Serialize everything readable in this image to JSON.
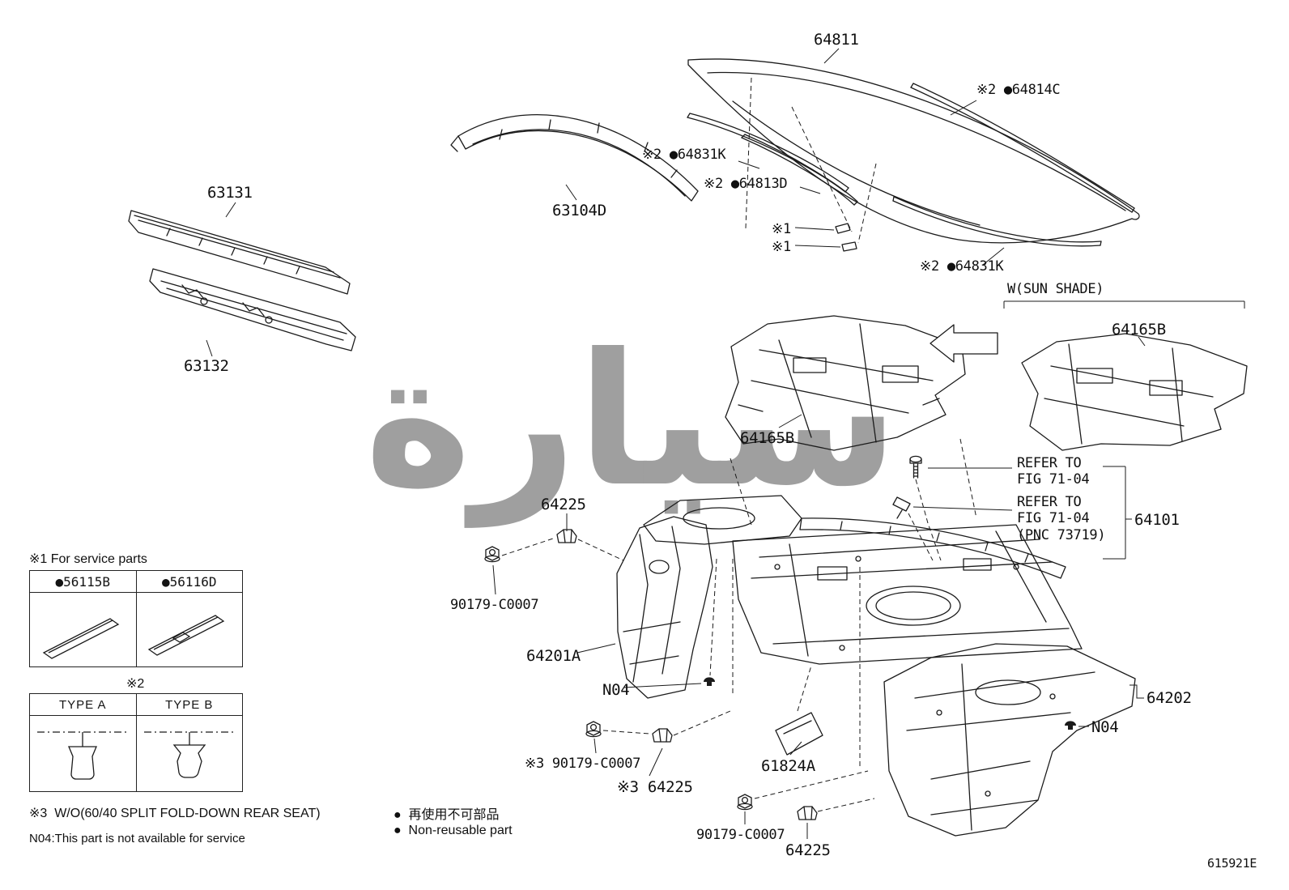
{
  "page": {
    "watermark": "سيارة",
    "doc_code": "615921E"
  },
  "labels": [
    {
      "text": "64811"
    },
    {
      "text": "※2 ●64814C"
    },
    {
      "text": "※2 ●64831K"
    },
    {
      "text": "※2 ●64813D"
    },
    {
      "text": "63131"
    },
    {
      "text": "63104D"
    },
    {
      "text": "※1"
    },
    {
      "text": "※1"
    },
    {
      "text": "※2 ●64831K"
    },
    {
      "text": "W(SUN SHADE)"
    },
    {
      "text": "63132"
    },
    {
      "text": "64165B"
    },
    {
      "text": "64165B"
    },
    {
      "text": "REFER TO\nFIG 71-04"
    },
    {
      "text": "REFER TO\nFIG 71-04\n(PNC 73719)"
    },
    {
      "text": "64101"
    },
    {
      "text": "64225"
    },
    {
      "text": "90179-C0007"
    },
    {
      "text": "64201A"
    },
    {
      "text": "N04"
    },
    {
      "text": "64202"
    },
    {
      "text": "N04"
    },
    {
      "text": "※3 90179-C0007"
    },
    {
      "text": "61824A"
    },
    {
      "text": "※3 64225"
    },
    {
      "text": "90179-C0007"
    },
    {
      "text": "64225"
    },
    {
      "text": "615921E"
    }
  ],
  "legend": {
    "service_title": "※1 For service parts",
    "sp_col1": "●56115B",
    "sp_col2": "●56116D",
    "type_title": "※2",
    "type_col1": "TYPE A",
    "type_col2": "TYPE B"
  },
  "notes": {
    "note3": "※3  W/O(60/40 SPLIT FOLD-DOWN REAR SEAT)",
    "n04": "N04:This part is not available for service",
    "jp": "●  再使用不可部品",
    "en": "●  Non-reusable part"
  }
}
